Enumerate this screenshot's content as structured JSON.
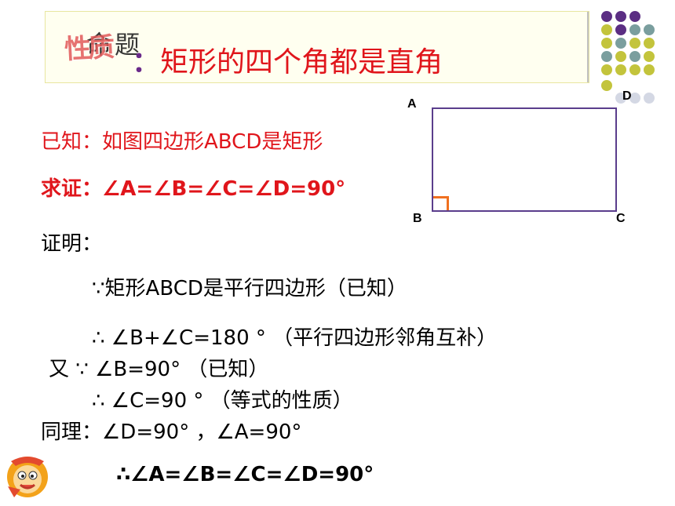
{
  "title": {
    "stamp_text": "性质",
    "under_text": "命题",
    "colon": "：",
    "statement": "矩形的四个角都是直角"
  },
  "diagram": {
    "labels": {
      "a": "A",
      "b": "B",
      "c": "C",
      "d": "D"
    }
  },
  "given": "已知：如图四边形ABCD是矩形",
  "prove": "求证：∠A=∠B=∠C=∠D=90°",
  "proof": {
    "heading": "证明：",
    "line1": "∵矩形ABCD是平行四边形（已知）",
    "line2": "∴ ∠B+∠C=180 ° （平行四边形邻角互补）",
    "line3": "又 ∵ ∠B=90° （已知）",
    "line4": "∴ ∠C=90 ° （等式的性质）",
    "line5": "同理：∠D=90° ，∠A=90°",
    "line6": "∴∠A=∠B=∠C=∠D=90°"
  },
  "colors": {
    "red_text": "#e0151b",
    "rect_stroke": "#5a3d8c",
    "right_angle_mark": "#f07020",
    "dot_purple": "#5b2e83",
    "dot_teal": "#7a9e9e",
    "dot_olive": "#c3c43c",
    "dot_light": "#d4d8e4"
  },
  "icons": {
    "mascot": "cartoon-monkey-icon"
  }
}
